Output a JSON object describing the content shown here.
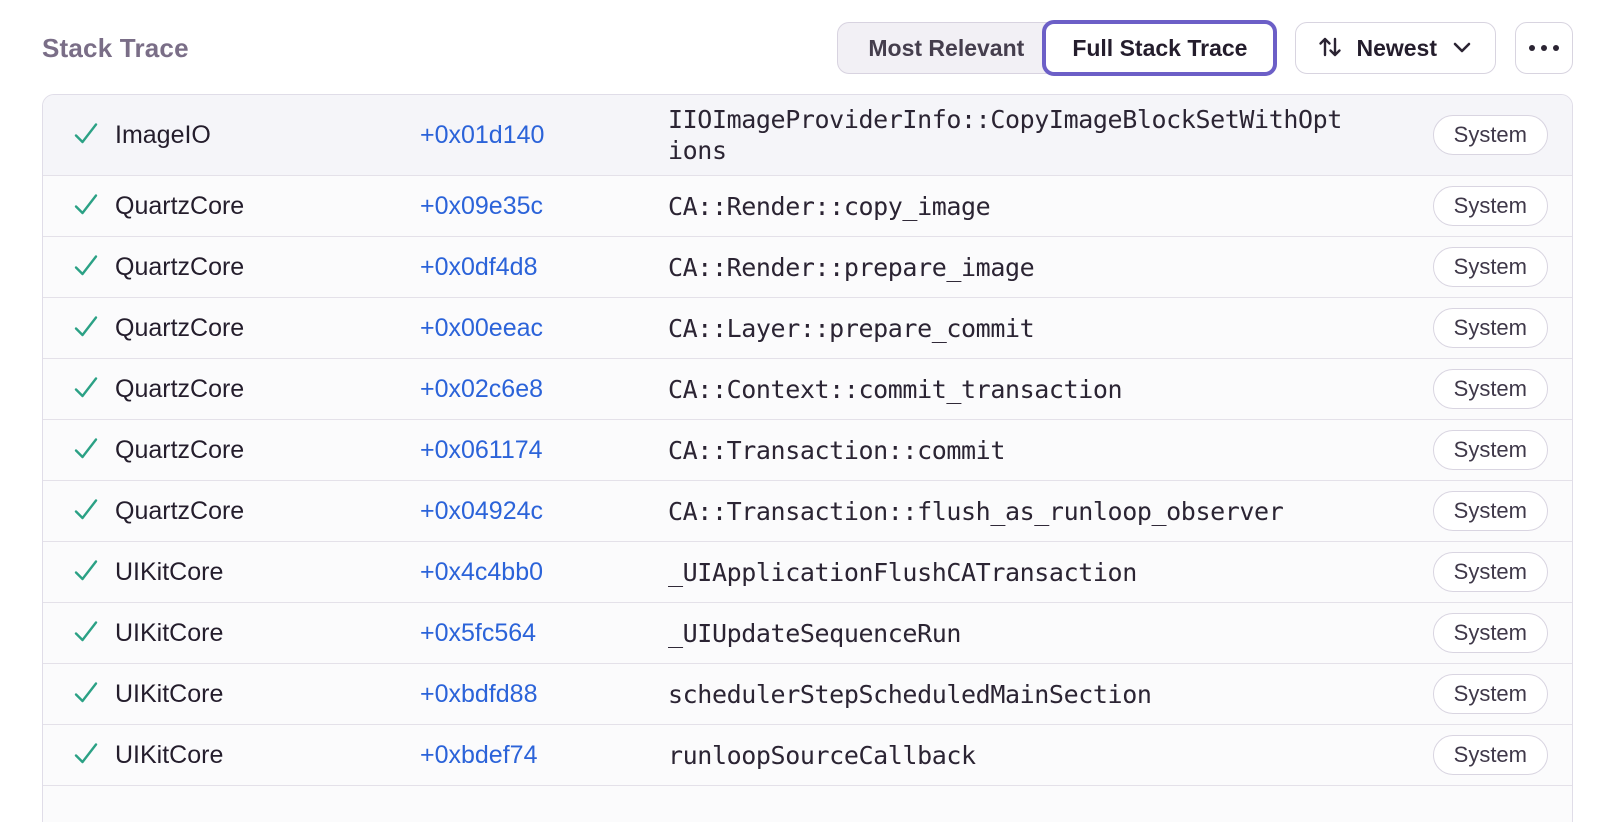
{
  "colors": {
    "accent": "#6c5fc7",
    "heading": "#7a6e87",
    "link": "#2b63d9",
    "success": "#2ba185"
  },
  "header": {
    "title": "Stack Trace",
    "view_toggle": {
      "most_relevant_label": "Most Relevant",
      "full_stack_trace_label": "Full Stack Trace",
      "selected": "Full Stack Trace"
    },
    "sort": {
      "label": "Newest"
    }
  },
  "icons": {
    "check": "checkmark-icon",
    "sort": "sort-arrows-icon",
    "chevron": "chevron-down-icon",
    "more": "ellipsis-icon"
  },
  "frames": [
    {
      "module": "ImageIO",
      "address": "+0x01d140",
      "function": "IIOImageProviderInfo::CopyImageBlockSetWithOptions",
      "tag": "System"
    },
    {
      "module": "QuartzCore",
      "address": "+0x09e35c",
      "function": "CA::Render::copy_image",
      "tag": "System"
    },
    {
      "module": "QuartzCore",
      "address": "+0x0df4d8",
      "function": "CA::Render::prepare_image",
      "tag": "System"
    },
    {
      "module": "QuartzCore",
      "address": "+0x00eeac",
      "function": "CA::Layer::prepare_commit",
      "tag": "System"
    },
    {
      "module": "QuartzCore",
      "address": "+0x02c6e8",
      "function": "CA::Context::commit_transaction",
      "tag": "System"
    },
    {
      "module": "QuartzCore",
      "address": "+0x061174",
      "function": "CA::Transaction::commit",
      "tag": "System"
    },
    {
      "module": "QuartzCore",
      "address": "+0x04924c",
      "function": "CA::Transaction::flush_as_runloop_observer",
      "tag": "System"
    },
    {
      "module": "UIKitCore",
      "address": "+0x4c4bb0",
      "function": "_UIApplicationFlushCATransaction",
      "tag": "System"
    },
    {
      "module": "UIKitCore",
      "address": "+0x5fc564",
      "function": "_UIUpdateSequenceRun",
      "tag": "System"
    },
    {
      "module": "UIKitCore",
      "address": "+0xbdfd88",
      "function": "schedulerStepScheduledMainSection",
      "tag": "System"
    },
    {
      "module": "UIKitCore",
      "address": "+0xbdef74",
      "function": "runloopSourceCallback",
      "tag": "System"
    }
  ]
}
